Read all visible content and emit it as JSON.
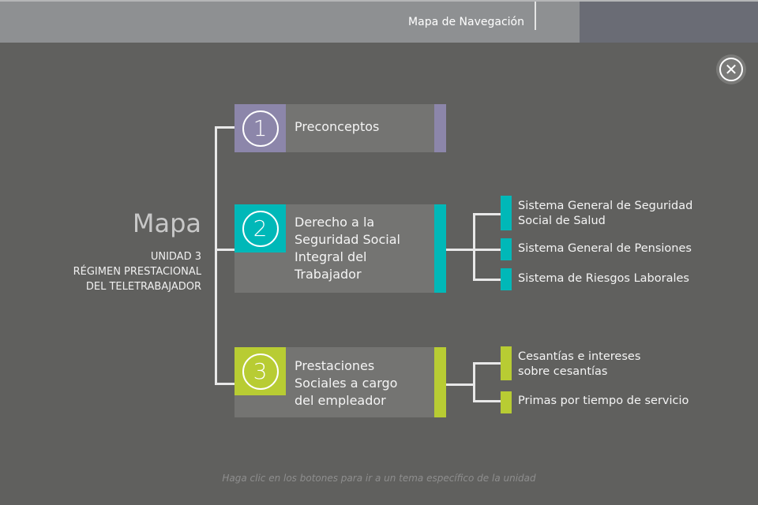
{
  "header": {
    "title": "Mapa de Navegación"
  },
  "close_icon": "close-icon",
  "intro": {
    "title": "Mapa",
    "lines": [
      "UNIDAD 3",
      "RÉGIMEN PRESTACIONAL",
      "DEL TELETRABAJADOR"
    ]
  },
  "colors": {
    "topic1": "#8c86aa",
    "topic2": "#00b8b8",
    "topic3": "#b8cc33"
  },
  "topics": [
    {
      "number": "1",
      "label": "Preconceptos"
    },
    {
      "number": "2",
      "label": "Derecho a la Seguridad Social Integral del Trabajador",
      "lines": [
        "Derecho a la",
        "Seguridad Social",
        "Integral del",
        "Trabajador"
      ],
      "subtopics": [
        [
          "Sistema General de Seguridad",
          "Social de Salud"
        ],
        "Sistema General de Pensiones",
        "Sistema de Riesgos Laborales"
      ]
    },
    {
      "number": "3",
      "label": "Prestaciones Sociales a cargo del empleador",
      "lines": [
        "Prestaciones",
        "Sociales a cargo",
        "del empleador"
      ],
      "subtopics": [
        [
          "Cesantías e intereses",
          "sobre cesantías"
        ],
        "Primas por tiempo de servicio"
      ]
    }
  ],
  "footer": "Haga clic en los botones para ir a un tema específico de la unidad"
}
